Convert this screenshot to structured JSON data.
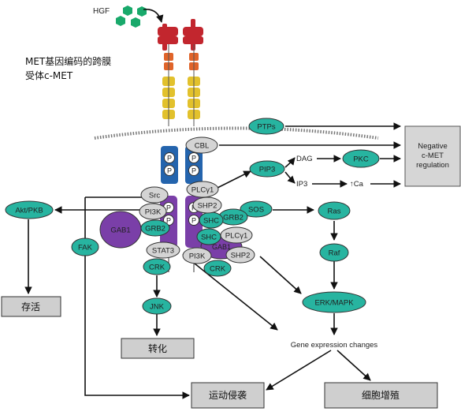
{
  "title_cn": "MET基因编码的跨膜受体c-MET",
  "title_lines": [
    "MET基因编码的跨膜",
    "受体c-MET"
  ],
  "ligand": "HGF",
  "nodes": {
    "ptps": "PTPs",
    "cbl": "CBL",
    "negative": [
      "Negative",
      "c-MET",
      "regulation"
    ],
    "pip3": "PIP3",
    "dag": "DAG",
    "pkc": "PKC",
    "ip3": "IP3",
    "ca": "↑Ca",
    "src": "Src",
    "plcg1_a": "PLCγ1",
    "pi3k_a": "PI3K",
    "shp2_a": "SHP2",
    "grb2_a": "GRB2",
    "grb2_b": "GRB2",
    "sos": "SOS",
    "ras": "Ras",
    "gab1_a": "GAB1",
    "shc_a": "SHC",
    "shc_b": "SHC",
    "plcg1_b": "PLCγ1",
    "gab1_b": "GAB1",
    "stat3": "STAT3",
    "pi3k_b": "PI3K",
    "shp2_b": "SHP2",
    "raf": "Raf",
    "crk_a": "CRK",
    "crk_b": "CRK",
    "akt": "Akt/PKB",
    "fak": "FAK",
    "jnk": "JNK",
    "erk": "ERK/MAPK",
    "p": "P"
  },
  "outcomes": {
    "survival": "存活",
    "transform": "转化",
    "motility": "运动侵袭",
    "proliferation": "细胞增殖",
    "gene_expr": "Gene expression changes"
  },
  "colors": {
    "teal": "#27b4a0",
    "grey_node": "#d4d4d4",
    "purple": "#7a3fa8",
    "blue": "#2464ad",
    "red": "#c2262e",
    "orange": "#e0642a",
    "yellow": "#e2c12c",
    "outcome_box": "#cfcfcf",
    "hgf_green": "#19a96b"
  }
}
